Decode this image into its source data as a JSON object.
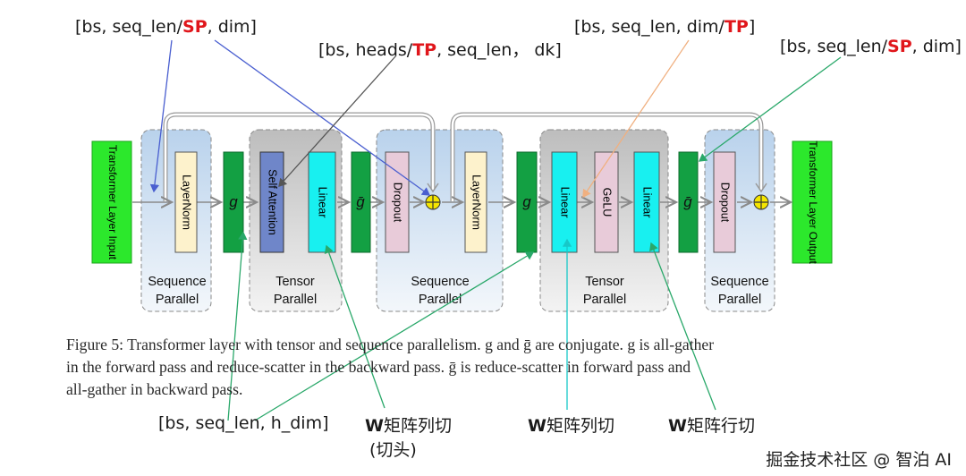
{
  "annotations": {
    "top_left": {
      "prefix": "[bs, seq_len/",
      "highlight": "SP",
      "suffix": ", dim]"
    },
    "top_mid": {
      "prefix": "[bs, heads/",
      "highlight": "TP",
      "suffix": ", seq_len， dk]"
    },
    "top_right1": {
      "prefix": "[bs, seq_len, dim/",
      "highlight": "TP",
      "suffix": "]"
    },
    "top_right2": {
      "prefix": "[bs, seq_len/",
      "highlight": "SP",
      "suffix": ", dim]"
    },
    "bottom_shape": "[bs, seq_len, h_dim]",
    "w_col_head": {
      "w": "W",
      "text": "矩阵列切",
      "sub": "(切头)"
    },
    "w_col": {
      "w": "W",
      "text": "矩阵列切"
    },
    "w_row": {
      "w": "W",
      "text": "矩阵行切"
    }
  },
  "diagram": {
    "input_label": "Transformer Layer Input",
    "output_label": "Transformer Layer Output",
    "blocks": {
      "layernorm1": "LayerNorm",
      "g1": "g",
      "self_attention": "Self Attention",
      "linear1": "Linear",
      "gbar1": "ḡ",
      "dropout1": "Dropout",
      "layernorm2": "LayerNorm",
      "g2": "g",
      "linear2": "Linear",
      "gelu": "GeLU",
      "linear3": "Linear",
      "gbar2": "ḡ",
      "dropout2": "Dropout"
    },
    "regions": {
      "sp1_line1": "Sequence",
      "sp1_line2": "Parallel",
      "tp1_line1": "Tensor",
      "tp1_line2": "Parallel",
      "sp2_line1": "Sequence",
      "sp2_line2": "Parallel",
      "tp2_line1": "Tensor",
      "tp2_line2": "Parallel",
      "sp3_line1": "Sequence",
      "sp3_line2": "Parallel"
    },
    "colors": {
      "green_io": "#2ce82c",
      "dark_green": "#13a043",
      "layernorm": "#fdf2cc",
      "self_attention": "#6f86c9",
      "linear": "#18f0f0",
      "pink": "#e8cbd9",
      "sp_region": "#c9dcef",
      "tp_region": "#c6c6c6",
      "plus": "#f5e600"
    }
  },
  "caption": {
    "line1": "Figure 5: Transformer layer with tensor and sequence parallelism. g and ḡ are conjugate. g is all-gather",
    "line2": "in the forward pass and reduce-scatter in the backward pass. ḡ is reduce-scatter in forward pass and",
    "line3": "all-gather in backward pass."
  },
  "watermark": "掘金技术社区 @ 智泊 AI"
}
